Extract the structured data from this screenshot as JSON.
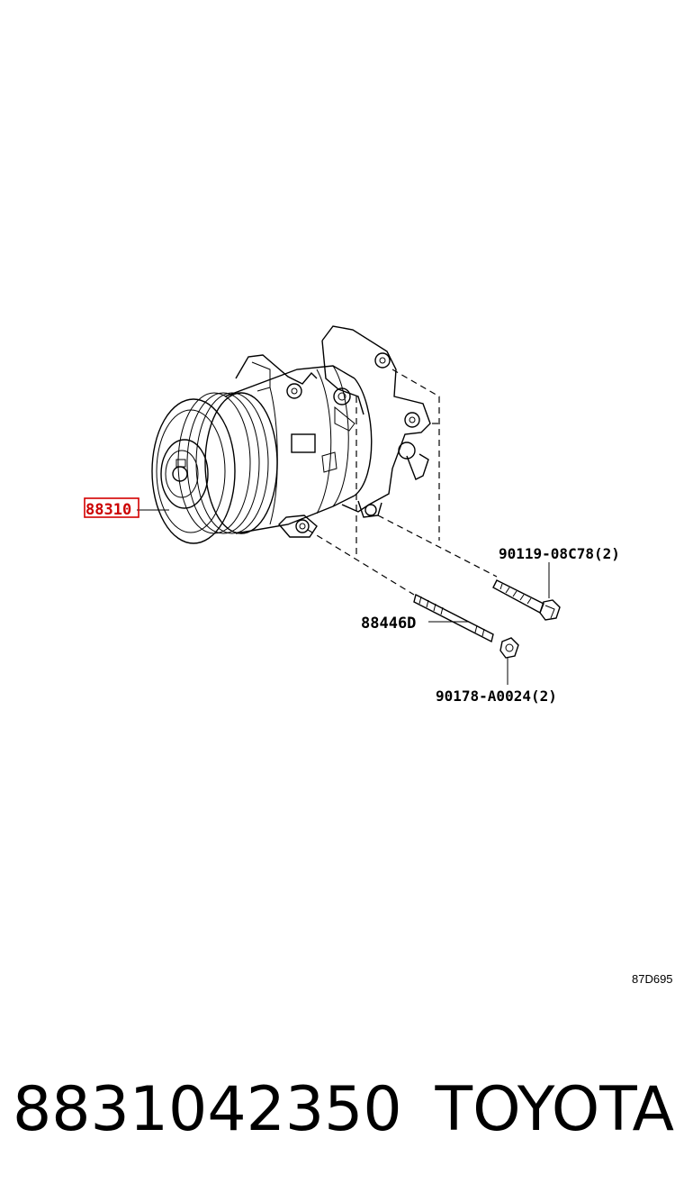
{
  "diagram": {
    "callouts": {
      "compressor": "88310",
      "bolt_upper": "90119-08C78(2)",
      "stud_bolt": "88446D",
      "nut": "90178-A0024(2)"
    },
    "reference_code": "87D695",
    "highlight_color": "#d40000"
  },
  "footer": {
    "part_number": "8831042350",
    "brand": "TOYOTA"
  }
}
